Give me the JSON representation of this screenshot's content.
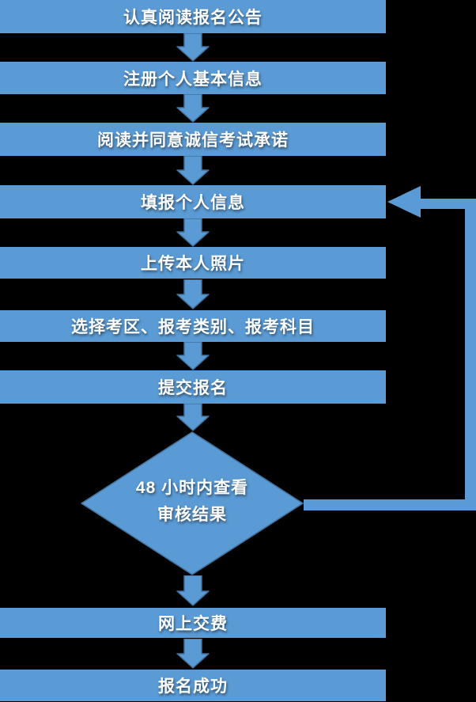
{
  "colors": {
    "background": "#000000",
    "shape_fill": "#5b9bd5",
    "shape_border": "#41719c",
    "text": "#ffffff"
  },
  "flow": {
    "steps": [
      "认真阅读报名公告",
      "注册个人基本信息",
      "阅读并同意诚信考试承诺",
      "填报个人信息",
      "上传本人照片",
      "选择考区、报考类别、报考科目",
      "提交报名"
    ],
    "decision": {
      "line1": "48 小时内查看",
      "line2": "审核结果"
    },
    "post_steps": [
      "网上交费",
      "报名成功"
    ]
  }
}
